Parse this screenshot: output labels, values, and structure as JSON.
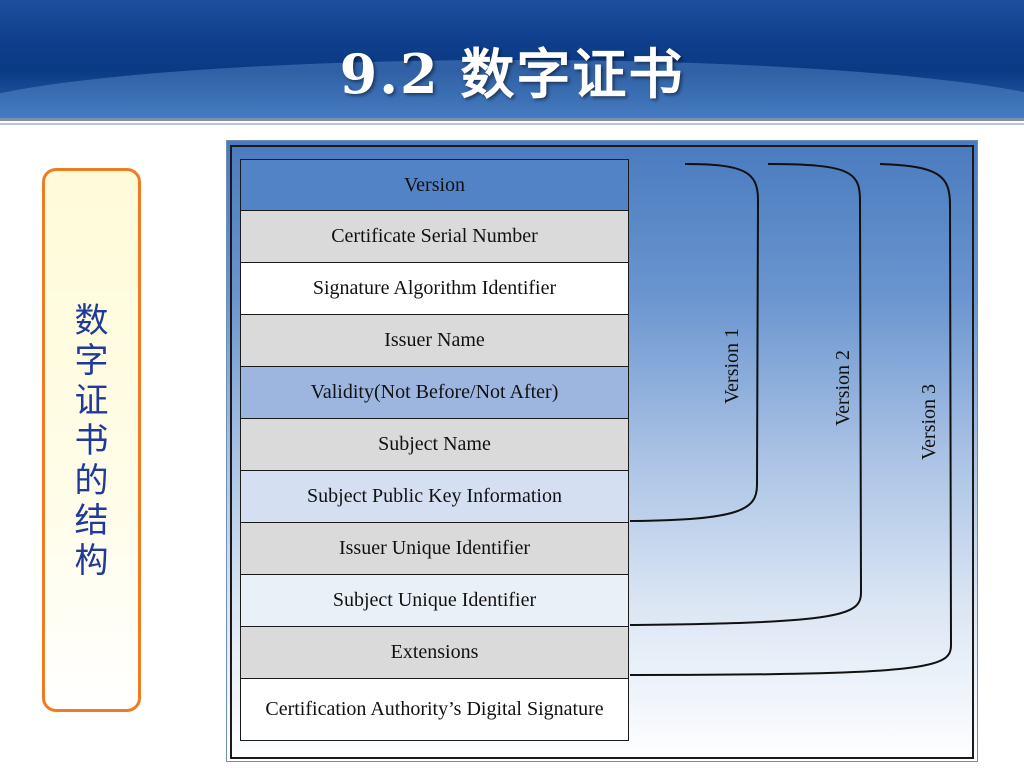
{
  "header": {
    "title": "9.2 数字证书"
  },
  "side": {
    "chars": [
      "数",
      "字",
      "证",
      "书",
      "的",
      "结",
      "构"
    ]
  },
  "fields": [
    {
      "label": "Version"
    },
    {
      "label": "Certificate Serial Number"
    },
    {
      "label": "Signature Algorithm Identifier"
    },
    {
      "label": "Issuer Name"
    },
    {
      "label": "Validity(Not Before/Not After)"
    },
    {
      "label": "Subject Name"
    },
    {
      "label": "Subject Public Key Information"
    },
    {
      "label": "Issuer Unique Identifier"
    },
    {
      "label": "Subject Unique Identifier"
    },
    {
      "label": "Extensions"
    },
    {
      "label": "Certification Authority’s Digital Signature"
    }
  ],
  "versions": [
    {
      "label": "Version 1"
    },
    {
      "label": "Version 2"
    },
    {
      "label": "Version 3"
    }
  ]
}
